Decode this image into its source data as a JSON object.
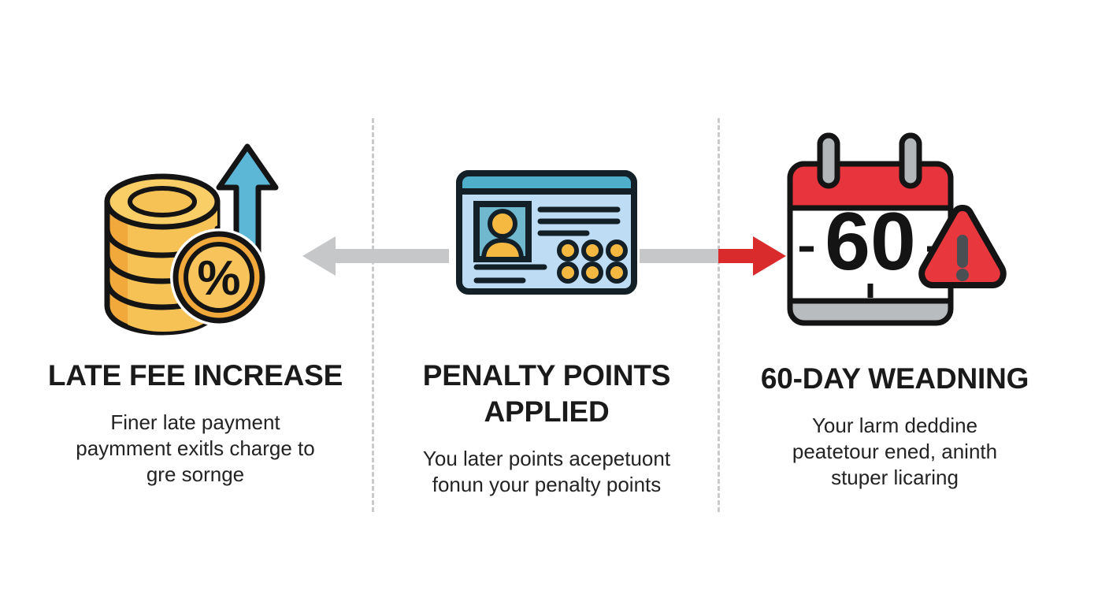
{
  "page": {
    "type": "three-step-penalty-infographic",
    "background_color": "#ffffff",
    "divider_color": "#c9cacb"
  },
  "columns": [
    {
      "id": "late-fee-increase",
      "icon": "coin-stack-percent-up-arrow-icon",
      "heading": "LATE FEE INCREASE",
      "body": "Finer late payment paymment exitls charge to gre sornge",
      "colors": {
        "coin_fill": "#F5B942",
        "coin_light": "#F9D066",
        "coin_shadow": "#E79B2F",
        "outline": "#1a1a1a",
        "arrow_up": "#5BB7D5"
      }
    },
    {
      "id": "penalty-points-applied",
      "icon": "id-card-icon",
      "heading": "PENALTY POINTS APPLIED",
      "body": "You later points acepetuont fonun your penalty points",
      "colors": {
        "card_body": "#BEDDF4",
        "card_header": "#4FAFCB",
        "photo_bg": "#6FB8CE",
        "avatar": "#F5B942",
        "dot": "#F5B942",
        "line": "#102028"
      }
    },
    {
      "id": "60-day-weadning",
      "icon": "calendar-warning-icon",
      "heading": "60-DAY WEADNING",
      "body": "Your larm deddine peatetour ened, aninth stuper licaring",
      "calendar_number": "60",
      "colors": {
        "calendar_header": "#E8343C",
        "calendar_body": "#FFFFFF",
        "calendar_base": "#B9BCBE",
        "ring": "#B3B6B8",
        "warning_triangle": "#E8383E",
        "exclamation": "#4A4F54"
      }
    }
  ],
  "connectors": [
    {
      "id": "arrow-left",
      "name": "arrow-left-gray",
      "direction": "left",
      "color": "#C5C7C9",
      "from": "penalty-points-applied",
      "to": "late-fee-increase"
    },
    {
      "id": "arrow-right",
      "name": "arrow-right-red",
      "direction": "right",
      "shaft_color": "#C5C7C9",
      "head_color": "#D92B2B",
      "from": "penalty-points-applied",
      "to": "60-day-weadning"
    }
  ]
}
